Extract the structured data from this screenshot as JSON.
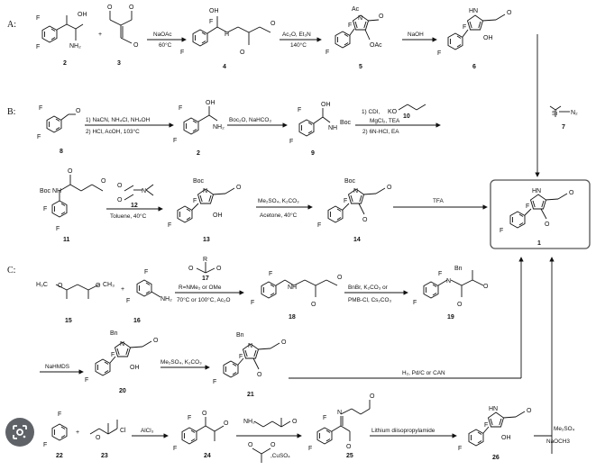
{
  "sections": {
    "a": "A:",
    "b": "B:",
    "c": "C:"
  },
  "compounds": {
    "c2a": "2",
    "c3": "3",
    "c4": "4",
    "c5": "5",
    "c6": "6",
    "c7": "7",
    "c8": "8",
    "c2b": "2",
    "c9": "9",
    "c10": "10",
    "c11": "11",
    "c12": "12",
    "c13": "13",
    "c14": "14",
    "c1": "1",
    "c15": "15",
    "c16": "16",
    "c17": "17",
    "c18": "18",
    "c19": "19",
    "c20": "20",
    "c21": "21",
    "c22": "22",
    "c23": "23",
    "c24": "24",
    "c25": "25",
    "c26": "26"
  },
  "conditions": {
    "a1_top": "NaOAc",
    "a1_bot": "60°C",
    "a2_top": "Ac₂O, Et₃N",
    "a2_bot": "140°C",
    "a3_top": "NaOH",
    "b1_l1": "1) NaCN, NH₄Cl, NH₄OH",
    "b1_l2": "2) HCl, AcOH, 103°C",
    "b2_top": "Boc₂O, NaHCO₃",
    "b3_l1": "1) CDI,",
    "b3_l2": "MgCl₂, TEA",
    "b3_l3": "2) 6N-HCl, EA",
    "r11_top": "",
    "r11_bot": "Toluene, 40°C",
    "r13_top": "Me₂SO₄, K₂CO₃",
    "r13_bot": "Acetone, 40°C",
    "r14_top": "TFA",
    "c1_top": "R=NMe₂ or OMe",
    "c1_bot": "70°C or 100°C, Ac₂O",
    "c2_top": "BnBr, K₂CO₃ or",
    "c2_bot": "PMB-Cl, Cs₂CO₃",
    "c3_top": "NaHMDS",
    "c4_top": "Me₂SO₄, K₂CO₃",
    "c5_top": "H₂, Pd/C or CAN",
    "d1_top": "AlCl₃",
    "d2_top": "Lithium diisopropylamide",
    "d3_top": "Me₂SO₄",
    "d3_bot": "NaOCH3",
    "cuso4": ",CuSO₄"
  },
  "atoms": {
    "F": "F",
    "OH": "OH",
    "NH2": "NH₂",
    "O": "O",
    "Ac": "Ac",
    "OAc": "OAc",
    "HN": "HN",
    "N": "N",
    "H": "H",
    "NH": "NH",
    "Boc": "Boc",
    "Bn": "Bn",
    "N2": "N₂",
    "Si": "Si",
    "Cl": "Cl",
    "R": "R",
    "KO": "KO",
    "H3C": "H₃C",
    "CH3": "CH₃",
    "NBoc": "N",
    "Boc2": "Boc"
  }
}
